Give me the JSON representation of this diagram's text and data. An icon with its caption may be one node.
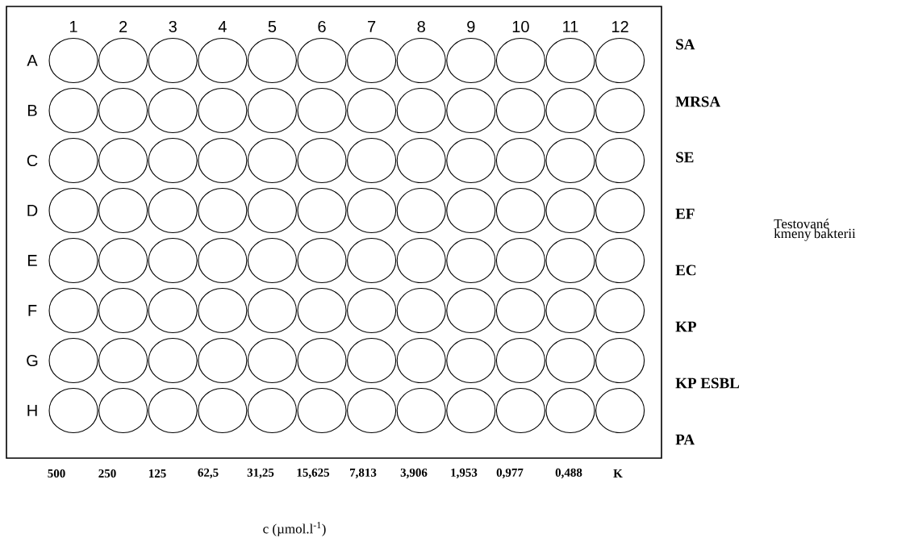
{
  "diagram": {
    "labels": [
      "1",
      "2",
      "3",
      "4",
      "5",
      "6",
      "7",
      "8",
      "9",
      "10",
      "11",
      "12",
      "A",
      "B",
      "C",
      "D",
      "E",
      "F",
      "G",
      "H",
      "SA",
      "MRSA",
      "SE",
      "EF",
      "EC",
      "KP",
      "KP ESBL",
      "PA",
      "Testované kmeny bakterii",
      "500",
      "250",
      "125",
      "62,5",
      "31,25",
      "15,625",
      "7,813",
      "3,906",
      "1,953",
      "0,977",
      "0,488",
      "K",
      "c (µmol.l$^{-1}$)"
    ]
  }
}
